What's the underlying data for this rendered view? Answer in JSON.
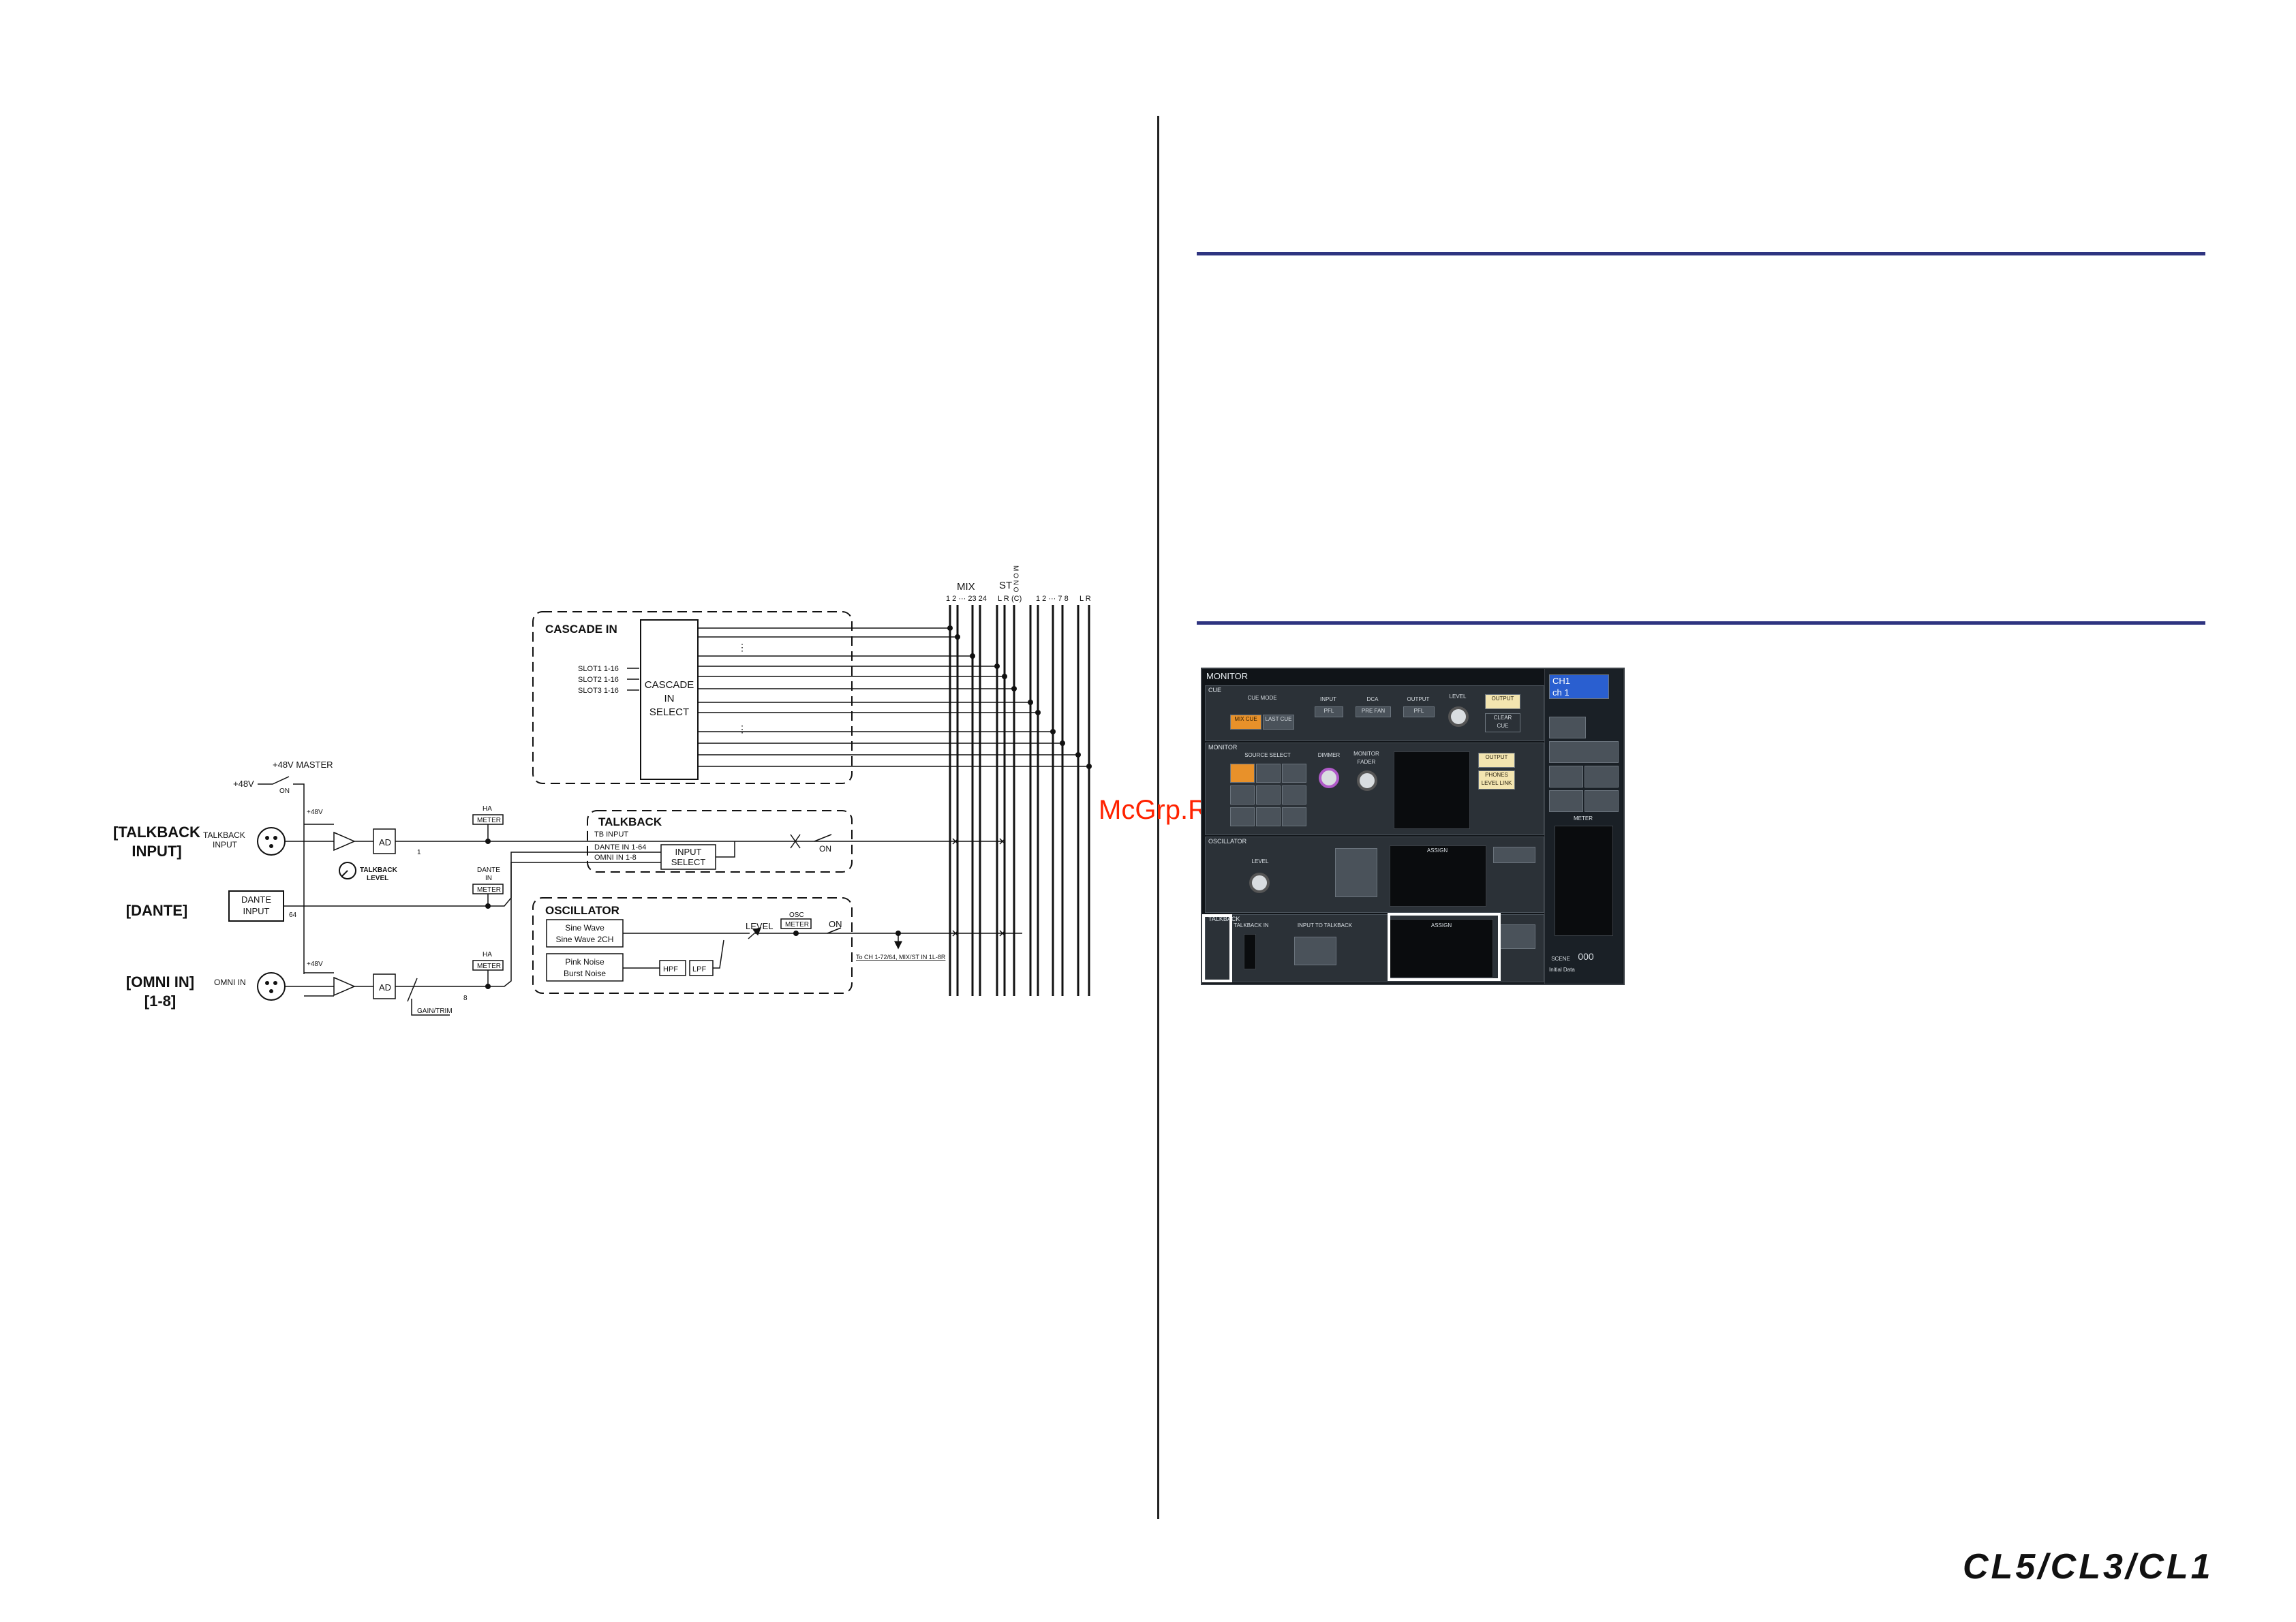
{
  "labels": {
    "talkback_input": "[TALKBACK\nINPUT]",
    "dante": "[DANTE]",
    "omni_in": "[OMNI IN]\n[1-8]"
  },
  "diagram": {
    "cascade_in": "CASCADE IN",
    "slot1": "SLOT1 1-16",
    "slot2": "SLOT2 1-16",
    "slot3": "SLOT3 1-16",
    "cascade_select": [
      "CASCADE",
      "IN",
      "SELECT"
    ],
    "bus_mix": "MIX",
    "bus_mix_nums": "1 2 ··· 23 24",
    "bus_st": "ST",
    "bus_st_nums": "L R",
    "bus_mono": "M O N O",
    "bus_mono_c": "(C)",
    "bus_matrix_nums": "1 2 ··· 7 8",
    "bus_cue_nums": "L R",
    "plus48_master": "+48V MASTER",
    "plus48": "+48V",
    "on": "ON",
    "talkback_input_small": "TALKBACK\nINPUT",
    "ad": "AD",
    "talkback_level": "TALKBACK\nLEVEL",
    "ha": "HA",
    "meter": "METER",
    "talkback": "TALKBACK",
    "tb_input": "TB INPUT",
    "dante_in_1_64": "DANTE IN 1-64",
    "omni_in_1_8": "OMNI IN 1-8",
    "input_select": [
      "INPUT",
      "SELECT"
    ],
    "dante_input": [
      "DANTE",
      "INPUT"
    ],
    "dante_in": "DANTE\nIN",
    "num_64": "64",
    "num_1": "1",
    "num_8": "8",
    "oscillator": "OSCILLATOR",
    "sine_wave": [
      "Sine Wave",
      "Sine Wave 2CH"
    ],
    "pink_noise": [
      "Pink Noise",
      "Burst Noise"
    ],
    "hpf": "HPF",
    "lpf": "LPF",
    "level": "LEVEL",
    "osc": "OSC",
    "to_ch": "To CH 1-72/64, MIX/ST IN 1L-8R",
    "omni_in_small": "OMNI IN",
    "gain_trim": "GAIN/TRIM"
  },
  "monitor_screen": {
    "title": "MONITOR",
    "cue": "CUE",
    "cue_mode": "CUE MODE",
    "mix_cue": "MIX CUE",
    "last_cue": "LAST CUE",
    "input": "INPUT",
    "input_val": "PFL",
    "dca": "DCA",
    "dca_val": "PRE FAN",
    "output": "OUTPUT",
    "output_val": "PFL",
    "level": "LEVEL",
    "output_btn": "OUTPUT",
    "clear_cue": "CLEAR\nCUE",
    "monitor": "MONITOR",
    "source_select": "SOURCE SELECT",
    "dimmer": "DIMMER",
    "monitor_fader": "MONITOR\nFADER",
    "phones_link": "PHONES\nLEVEL LINK",
    "oscillator": "OSCILLATOR",
    "osc_level": "LEVEL",
    "assign": "ASSIGN",
    "talkback": "TALKBACK",
    "talkback_in": "TALKBACK IN",
    "input_to_talkback": "INPUT TO TALKBACK",
    "ch_name": "CH1",
    "ch_sub": "ch 1",
    "meter": "METER",
    "scene": "SCENE",
    "scene_num": "000",
    "scene_name": "Initial Data"
  },
  "watermark": "McGrp.Ru",
  "logo": "CL5/CL3/CL1"
}
